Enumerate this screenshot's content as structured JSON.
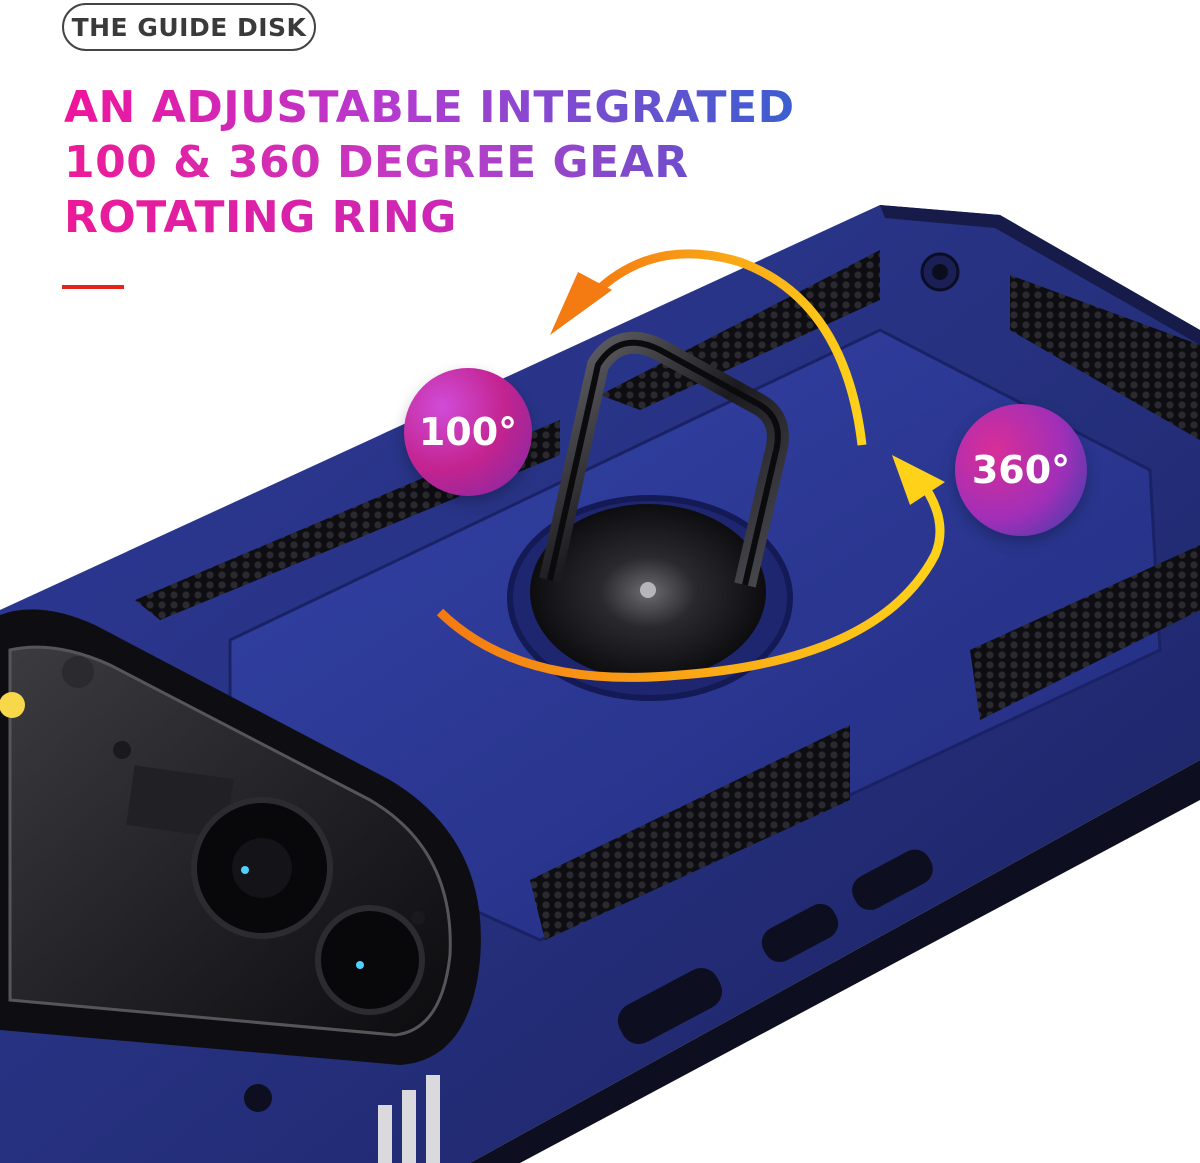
{
  "badge": {
    "label": "THE GUIDE DISK"
  },
  "headline": {
    "line1": "AN ADJUSTABLE INTEGRATED",
    "line2": "100 & 360 DEGREE GEAR",
    "line3": "ROTATING RING"
  },
  "callouts": {
    "left": "100°",
    "right": "360°"
  },
  "colors": {
    "case_blue": "#27338a",
    "accent_red": "#e5231c",
    "arrow_orange": "#f7a21c",
    "arrow_yellow": "#ffd21a"
  },
  "icons": [
    "rotate-arrow-icon",
    "ring-holder-icon",
    "camera-lens-icon"
  ]
}
